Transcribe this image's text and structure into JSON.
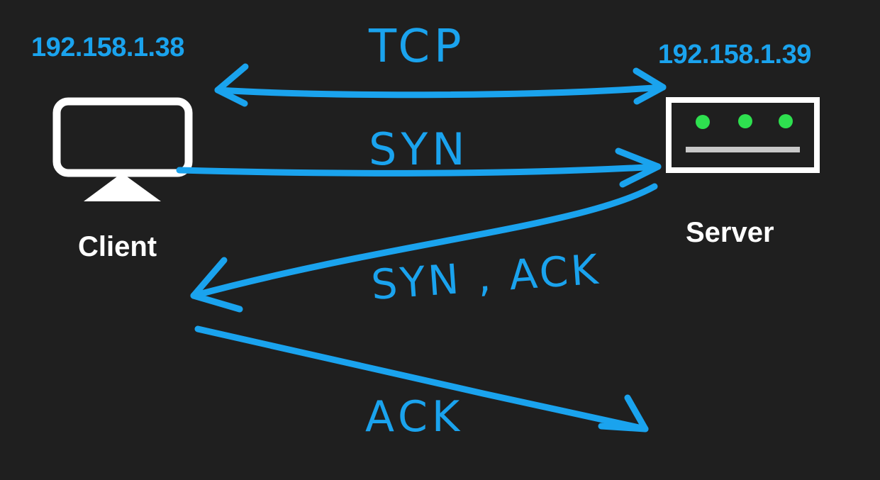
{
  "colors": {
    "background": "#1f1f1f",
    "ink": "#1aa3ee",
    "device": "#ffffff",
    "led": "#2ee04f",
    "bar": "#c8c8c8"
  },
  "client": {
    "ip": "192.158.1.38",
    "label": "Client",
    "icon": "monitor-icon"
  },
  "server": {
    "ip": "192.158.1.39",
    "label": "Server",
    "icon": "server-icon"
  },
  "annotations": {
    "tcp": "TCP",
    "syn": "SYN",
    "syn_ack": "SYN , ACK",
    "ack": "ACK"
  }
}
